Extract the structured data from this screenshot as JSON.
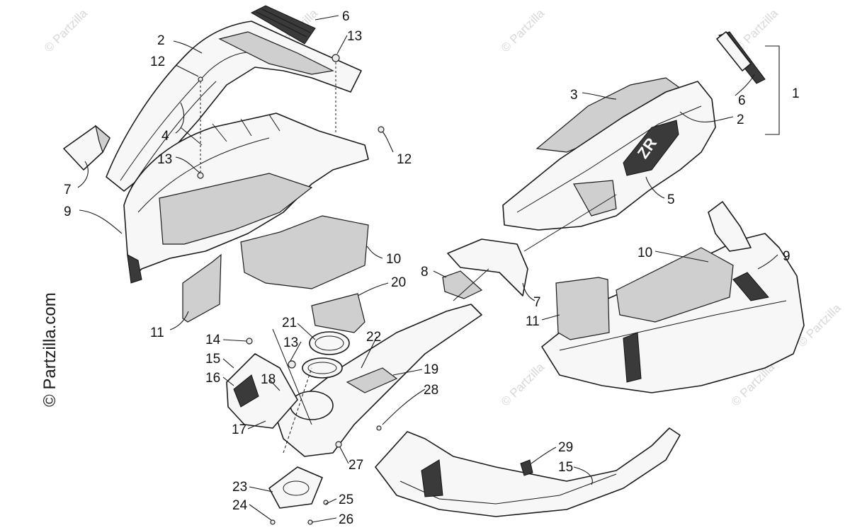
{
  "watermark": {
    "brand": "© Partzilla.com",
    "repeat_text": "© Partzilla"
  },
  "callouts": {
    "c1": "1",
    "c2a": "2",
    "c2b": "2",
    "c3": "3",
    "c4": "4",
    "c5": "5",
    "c6a": "6",
    "c6b": "6",
    "c7a": "7",
    "c7b": "7",
    "c8": "8",
    "c9a": "9",
    "c9b": "9",
    "c10a": "10",
    "c10b": "10",
    "c11a": "11",
    "c11b": "11",
    "c12a": "12",
    "c12b": "12",
    "c13a": "13",
    "c13b": "13",
    "c13c": "13",
    "c14": "14",
    "c15a": "15",
    "c15b": "15",
    "c16": "16",
    "c17": "17",
    "c18": "18",
    "c19": "19",
    "c20": "20",
    "c21": "21",
    "c22": "22",
    "c23": "23",
    "c24": "24",
    "c25": "25",
    "c26": "26",
    "c27": "27",
    "c28": "28",
    "c29": "29"
  },
  "decal_text": "ZR"
}
